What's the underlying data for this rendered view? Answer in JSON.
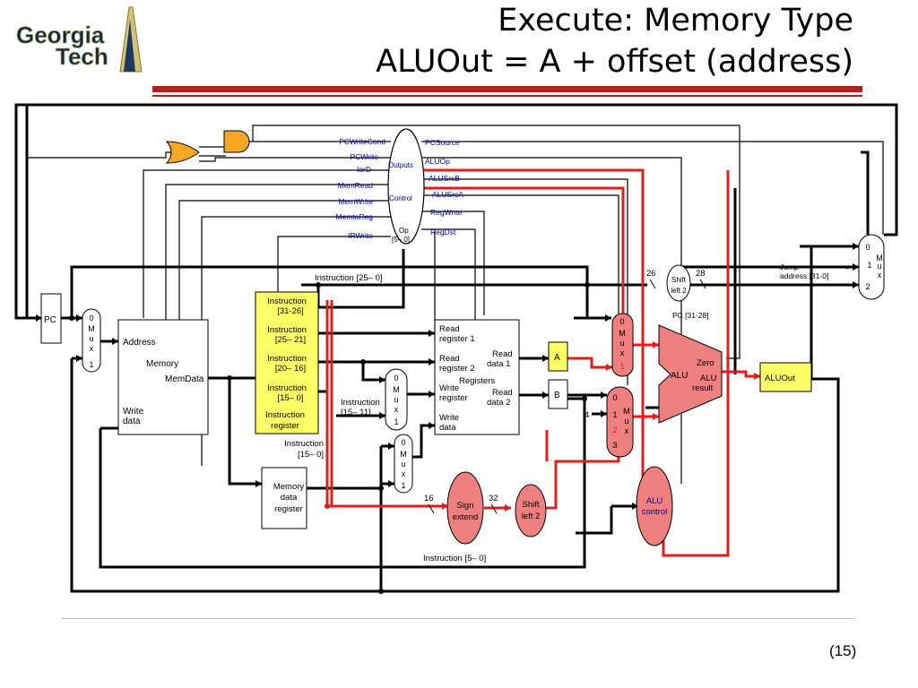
{
  "header": {
    "title_line1": "Execute: Memory Type",
    "title_line2": "ALUOut = A + offset (address)",
    "logo_line1": "Georgia",
    "logo_line2": "Tech",
    "accent_color": "#b91c1c"
  },
  "footer": {
    "page_number": "(15)"
  },
  "diagram": {
    "control": {
      "title": "Control",
      "outputs_label": "Outputs",
      "op_label": "Op",
      "op_bits": "[5– 0]",
      "left_signals": [
        "PCWriteCond",
        "PCWrite",
        "IorD",
        "MemRead",
        "MemWrite",
        "MemtoReg",
        "IRWrite"
      ],
      "right_signals": [
        "PCSource",
        "ALUOp",
        "ALUSrcB",
        "ALUSrcA",
        "RegWrite",
        "RegDst"
      ]
    },
    "pc": "PC",
    "mux_iord": [
      "0",
      "M",
      "u",
      "x",
      "1"
    ],
    "memory": {
      "address": "Address",
      "name": "Memory",
      "memdata": "MemData",
      "write_data_1": "Write",
      "write_data_2": "data"
    },
    "ir": {
      "f1a": "Instruction",
      "f1b": "[31-26]",
      "f2a": "Instruction",
      "f2b": "[25– 21]",
      "f3a": "Instruction",
      "f3b": "[20– 16]",
      "f4a": "Instruction",
      "f4b": "[15– 0]",
      "name1": "Instruction",
      "name2": "register"
    },
    "mdr": [
      "Memory",
      "data",
      "register"
    ],
    "label_ir_15_0a": "Instruction",
    "label_ir_15_0b": "[15– 0]",
    "label_ir_15_11a": "Instruction",
    "label_ir_15_11b": "[15– 11]",
    "label_ir_25_0": "Instruction [25– 0]",
    "label_ir_5_0": "Instruction [5– 0]",
    "mux_regdst": [
      "0",
      "M",
      "u",
      "x",
      "1"
    ],
    "mux_memtoreg": [
      "0",
      "M",
      "u",
      "x",
      "1"
    ],
    "registers": {
      "rr1a": "Read",
      "rr1b": "register 1",
      "rr2a": "Read",
      "rr2b": "register 2",
      "wra": "Write",
      "wrb": "register",
      "wda": "Write",
      "wdb": "data",
      "rd1a": "Read",
      "rd1b": "data 1",
      "rd2a": "Read",
      "rd2b": "data 2",
      "name": "Registers"
    },
    "reg_a": "A",
    "reg_b": "B",
    "mux_alusrca": [
      "0",
      "M",
      "u",
      "x",
      "1"
    ],
    "mux_alusrcb": [
      "0",
      "1",
      "2",
      "3",
      "M",
      "u",
      "x"
    ],
    "const_4": "4",
    "alu": {
      "name": "ALU",
      "zero": "Zero",
      "result1": "ALU",
      "result2": "result"
    },
    "aluout": "ALUOut",
    "alu_control": [
      "ALU",
      "control"
    ],
    "sign_extend": [
      "Sign",
      "extend"
    ],
    "shift_left_2_lower": [
      "Shift",
      "left 2"
    ],
    "shift_left_2_upper": [
      "Shift",
      "left 2"
    ],
    "bits_16": "16",
    "bits_32": "32",
    "bits_26": "26",
    "bits_28": "28",
    "pc_31_28": "PC [31-28]",
    "jump_address1": "Jump",
    "jump_address2": "address [31-0]",
    "mux_pcsource": [
      "0",
      "1",
      "2",
      "M",
      "u",
      "x"
    ],
    "active_color": "#e11d1d",
    "ir_fill": "#ffff66",
    "unit_fill": "#f08080"
  }
}
